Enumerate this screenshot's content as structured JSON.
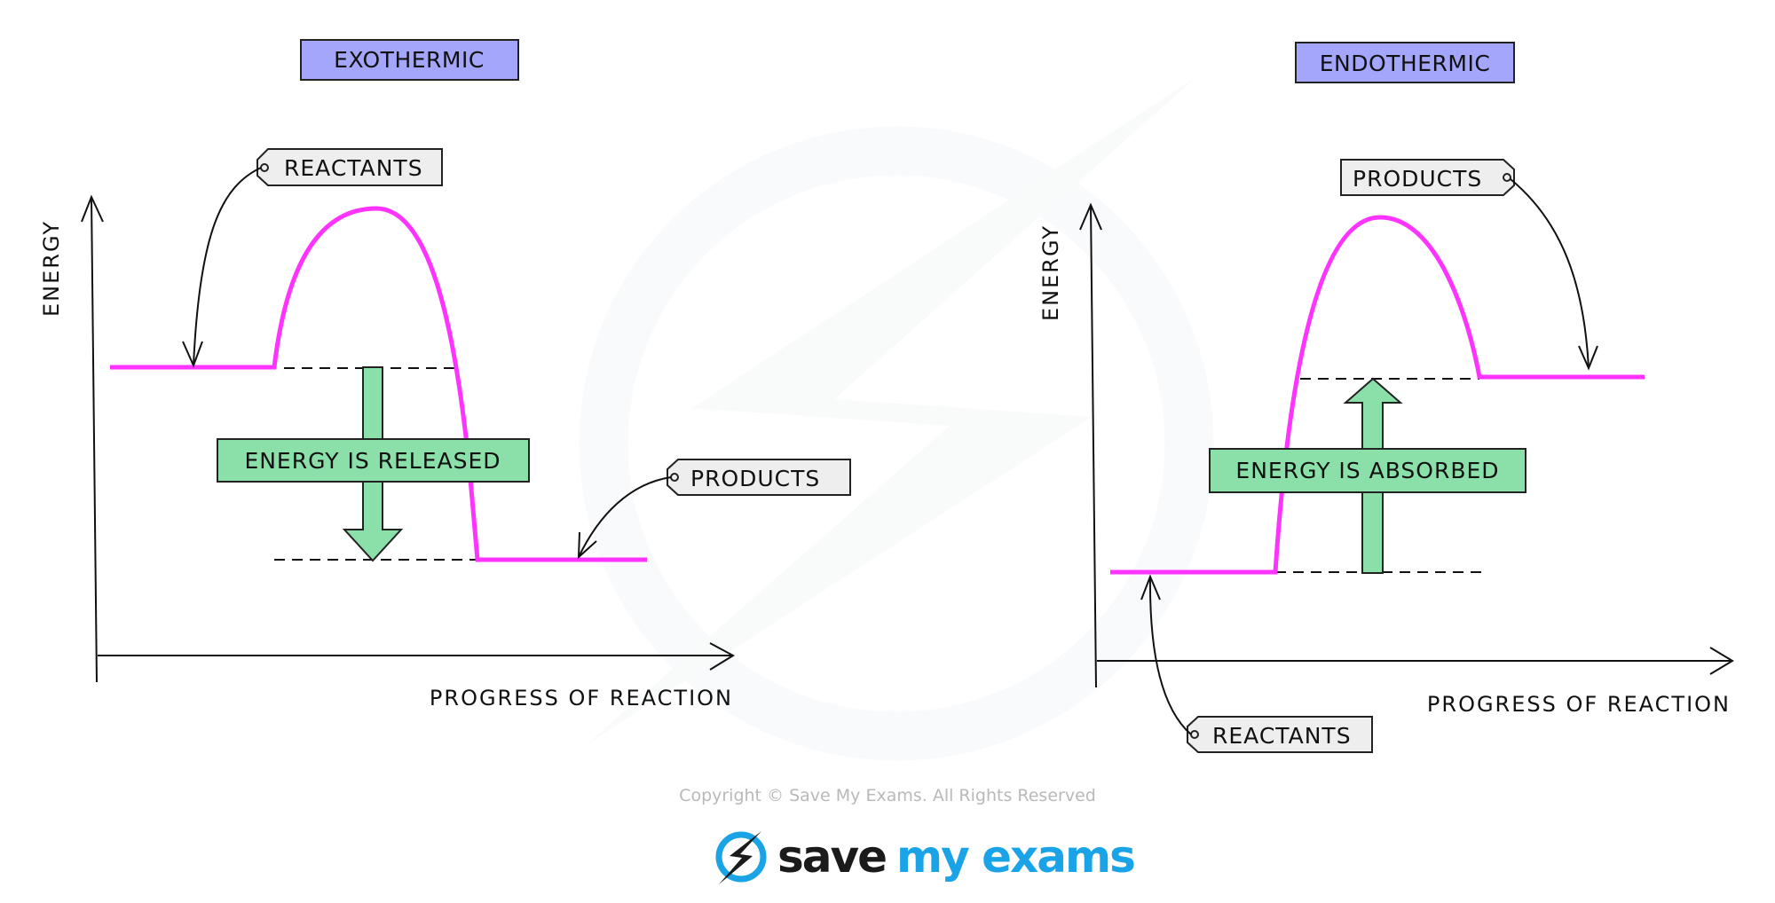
{
  "watermark": "save-my-exams-logo-watermark",
  "colors": {
    "curve": "#ff33ff",
    "title_fill": "#a3a6fb",
    "label_fill": "#8be0aa",
    "tag_fill": "#eeeeee",
    "brand_blue": "#1aa3e6",
    "brand_dark": "#1b1b1b"
  },
  "exothermic": {
    "title": "EXOTHERMIC",
    "y_axis_label": "ENERGY",
    "x_axis_label": "PROGRESS OF REACTION",
    "reactants_tag": "REACTANTS",
    "products_tag": "PRODUCTS",
    "energy_change_label": "ENERGY IS RELEASED",
    "arrow_direction": "down"
  },
  "endothermic": {
    "title": "ENDOTHERMIC",
    "y_axis_label": "ENERGY",
    "x_axis_label": "PROGRESS OF REACTION",
    "reactants_tag": "REACTANTS",
    "products_tag": "PRODUCTS",
    "energy_change_label": "ENERGY IS ABSORBED",
    "arrow_direction": "up"
  },
  "footer": {
    "copyright": "Copyright © Save My Exams. All Rights Reserved",
    "logo_word_1": "save",
    "logo_word_2": "my exams"
  }
}
